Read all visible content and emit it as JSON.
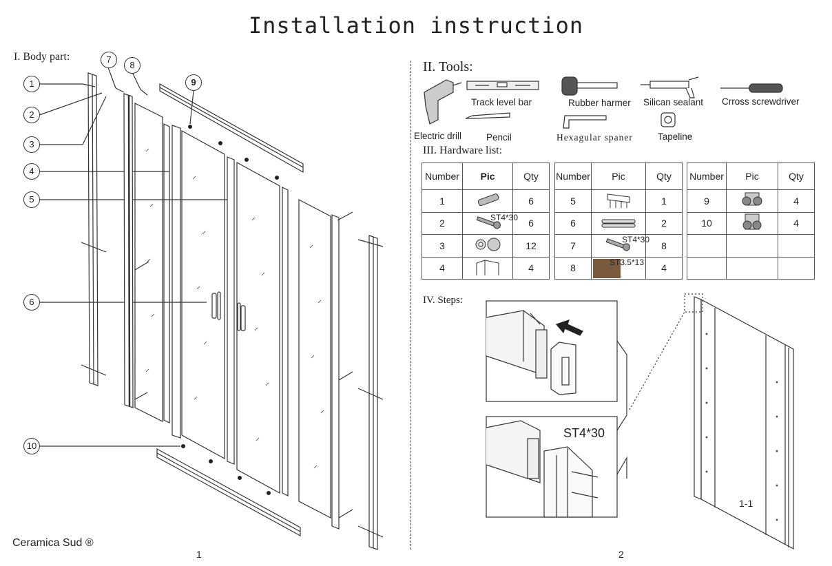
{
  "title": "Installation instruction",
  "body_part": {
    "heading": "I. Body part:",
    "callouts": [
      "1",
      "2",
      "3",
      "4",
      "5",
      "6",
      "7",
      "8",
      "9",
      "10"
    ]
  },
  "tools": {
    "heading": "II. Tools:",
    "items": [
      {
        "label": "Electric  drill",
        "icon": "electric-drill-icon"
      },
      {
        "label": "Track level bar",
        "icon": "level-bar-icon"
      },
      {
        "label": "Pencil",
        "icon": "pencil-icon"
      },
      {
        "label": "Rubber harmer",
        "icon": "rubber-hammer-icon"
      },
      {
        "label": "Hexagular spaner",
        "icon": "hex-key-icon"
      },
      {
        "label": "Silican sealant",
        "icon": "sealant-gun-icon"
      },
      {
        "label": "Tapeline",
        "icon": "tape-measure-icon"
      },
      {
        "label": "Crross screwdriver",
        "icon": "screwdriver-icon"
      }
    ]
  },
  "hardware": {
    "heading": "III. Hardware list:",
    "headers": {
      "number": "Number",
      "pic": "Pic",
      "qty": "Qty"
    },
    "tables": [
      [
        {
          "number": "1",
          "qty": "6",
          "pic_label": ""
        },
        {
          "number": "2",
          "qty": "6",
          "pic_label": "ST4*30"
        },
        {
          "number": "3",
          "qty": "12",
          "pic_label": ""
        },
        {
          "number": "4",
          "qty": "4",
          "pic_label": ""
        }
      ],
      [
        {
          "number": "5",
          "qty": "1",
          "pic_label": ""
        },
        {
          "number": "6",
          "qty": "2",
          "pic_label": ""
        },
        {
          "number": "7",
          "qty": "8",
          "pic_label": "ST4*30"
        },
        {
          "number": "8",
          "qty": "4",
          "pic_label": "ST3.5*13"
        }
      ],
      [
        {
          "number": "9",
          "qty": "4",
          "pic_label": ""
        },
        {
          "number": "10",
          "qty": "4",
          "pic_label": ""
        },
        {
          "number": "",
          "qty": "",
          "pic_label": ""
        },
        {
          "number": "",
          "qty": "",
          "pic_label": ""
        }
      ]
    ]
  },
  "steps": {
    "heading": "IV. Steps:",
    "detail_label": "ST4*30",
    "section_label": "1-1"
  },
  "footer": {
    "brand": "Ceramica Sud ®",
    "page_left": "1",
    "page_right": "2"
  }
}
